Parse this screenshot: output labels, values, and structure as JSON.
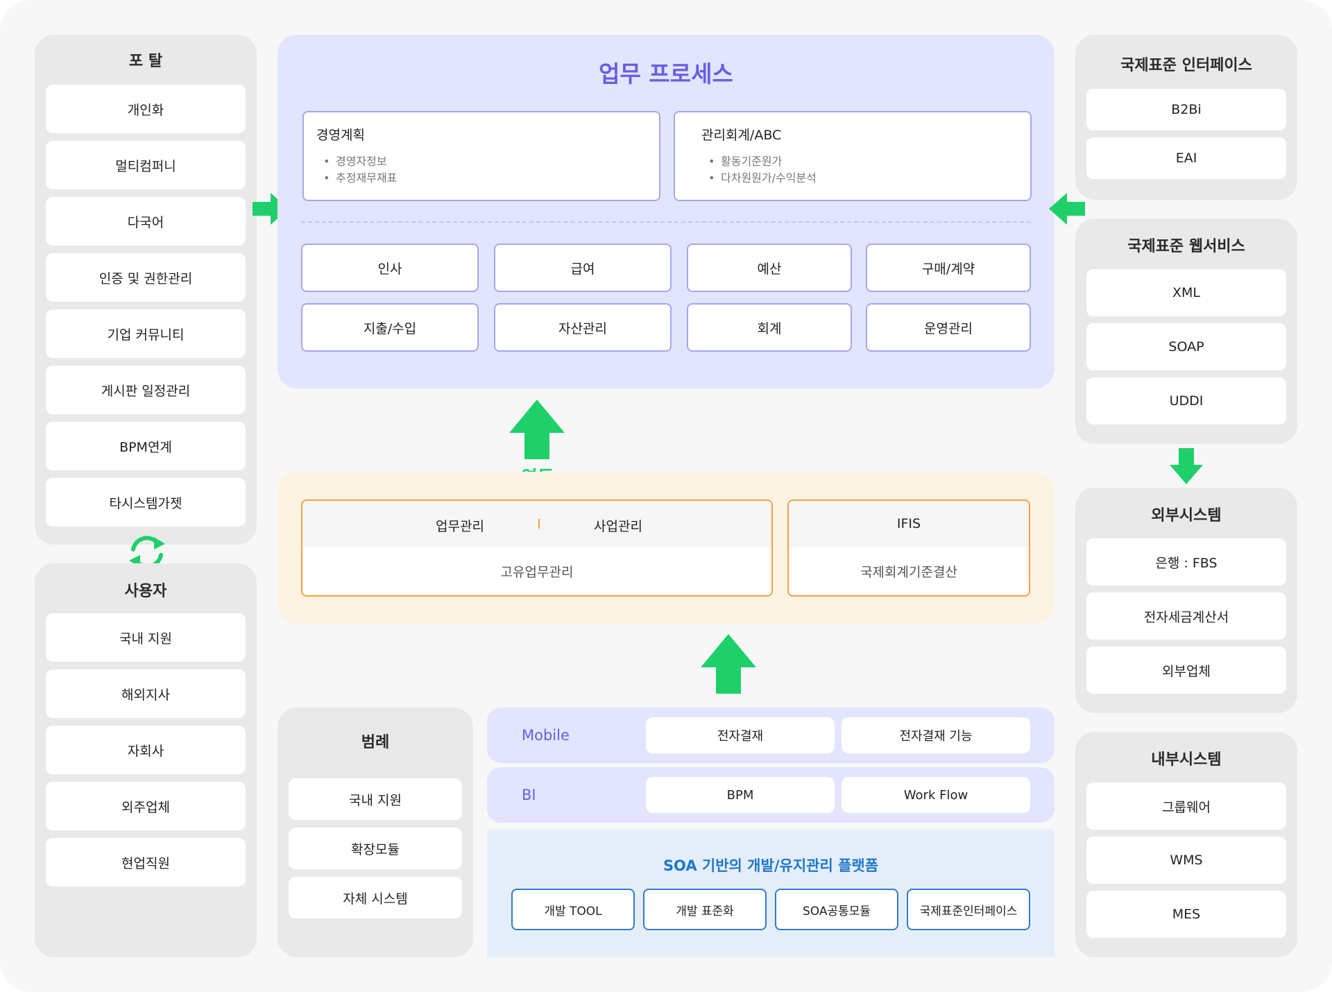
{
  "portal": {
    "title": "포 탈",
    "items": [
      "개인화",
      "멀티컴퍼니",
      "다국어",
      "인증 및 권한관리",
      "기업 커뮤니티",
      "게시판 일정관리",
      "BPM연계",
      "타시스템가젯"
    ]
  },
  "users": {
    "title": "사용자",
    "items": [
      "국내 지원",
      "해외지사",
      "자회사",
      "외주업체",
      "현업직원"
    ]
  },
  "process": {
    "title": "업무 프로세스",
    "plans": [
      {
        "title": "경영계획",
        "items": [
          "경영자정보",
          "추정재무재표"
        ]
      },
      {
        "title": "관리회계/ABC",
        "items": [
          "활동기준원가",
          "다차원원가/수익분석"
        ]
      }
    ],
    "modules": [
      "인사",
      "급여",
      "예산",
      "구매/계약",
      "지출/수입",
      "자산관리",
      "회계",
      "운영관리"
    ]
  },
  "linkage": {
    "label": "연동",
    "left_head_a": "업무관리",
    "left_head_b": "사업관리",
    "left_body": "고유업무관리",
    "right_head": "IFIS",
    "right_body": "국제회계기준결산"
  },
  "legend": {
    "title": "범례",
    "items": [
      "국내 지원",
      "확장모듈",
      "자체 시스템"
    ]
  },
  "mobile": {
    "label": "Mobile",
    "items": [
      "전자결재",
      "전자결재 기능"
    ]
  },
  "bi": {
    "label": "BI",
    "items": [
      "BPM",
      "Work Flow"
    ]
  },
  "soa": {
    "title": "SOA 기반의 개발/유지관리 플랫폼",
    "items": [
      "개발 TOOL",
      "개발 표준화",
      "SOA공통모듈",
      "국제표준인터페이스"
    ]
  },
  "intl_interface": {
    "title": "국제표준 인터페이스",
    "items": [
      "B2Bi",
      "EAI"
    ]
  },
  "intl_webservice": {
    "title": "국제표준 웹서비스",
    "items": [
      "XML",
      "SOAP",
      "UDDI"
    ]
  },
  "external": {
    "title": "외부시스템",
    "items": [
      "은행 : FBS",
      "전자세금계산서",
      "외부업체"
    ]
  },
  "internal": {
    "title": "내부시스템",
    "items": [
      "그룹웨어",
      "WMS",
      "MES"
    ]
  },
  "colors": {
    "process_bg": "#e2e5fd",
    "process_accent": "#6a5ee0",
    "link_bg": "#fdf3e5",
    "link_border": "#f2a23b",
    "soa_bg": "#e4eef9",
    "soa_accent": "#2077c9",
    "arrow_green": "#1fd06a"
  },
  "icons": [
    "arrow-right-icon",
    "arrow-left-icon",
    "arrow-up-icon",
    "arrow-down-icon",
    "sync-icon"
  ]
}
